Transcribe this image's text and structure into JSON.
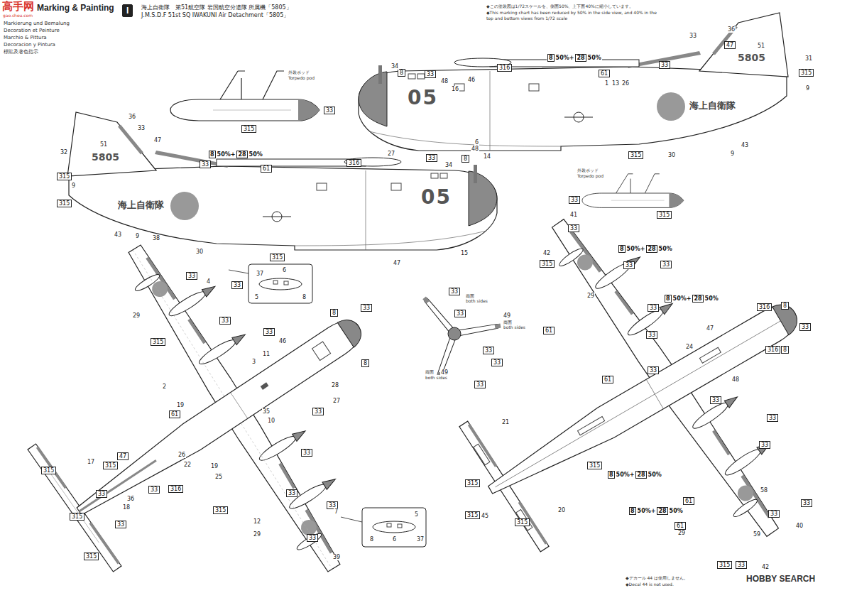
{
  "diagram": {
    "title": "Marking & Painting",
    "nodes": [
      {
        "text": [
          "I"
        ]
      },
      {
        "text": [
          "8",
          "50%+",
          "28",
          "50%"
        ]
      },
      {
        "text": [
          "33"
        ]
      },
      {
        "text": [
          "8"
        ]
      },
      {
        "text": [
          "316"
        ]
      },
      {
        "text": [
          "61"
        ]
      },
      {
        "text": [
          "33"
        ]
      },
      {
        "text": [
          "47"
        ]
      },
      {
        "text": [
          "315"
        ]
      },
      {
        "text": [
          "315"
        ]
      },
      {
        "text": [
          "8",
          "50%+",
          "28",
          "50%"
        ]
      },
      {
        "text": [
          "315"
        ]
      },
      {
        "text": [
          "315"
        ]
      },
      {
        "text": [
          "33"
        ]
      },
      {
        "text": [
          "61"
        ]
      },
      {
        "text": [
          "316"
        ]
      },
      {
        "text": [
          "33"
        ]
      },
      {
        "text": [
          "8"
        ]
      },
      {
        "text": [
          "315"
        ]
      },
      {
        "text": [
          "33"
        ]
      },
      {
        "text": [
          "315"
        ]
      },
      {
        "text": [
          "33"
        ]
      },
      {
        "text": [
          "315"
        ]
      },
      {
        "text": [
          "33"
        ]
      },
      {
        "text": [
          "33"
        ]
      },
      {
        "text": [
          "33"
        ]
      },
      {
        "text": [
          "315"
        ]
      },
      {
        "text": [
          "33"
        ]
      },
      {
        "text": [
          "8"
        ]
      },
      {
        "text": [
          "33"
        ]
      },
      {
        "text": [
          "8"
        ]
      },
      {
        "text": [
          "33"
        ]
      },
      {
        "text": [
          "61"
        ]
      },
      {
        "text": [
          "33"
        ]
      },
      {
        "text": [
          "315"
        ]
      },
      {
        "text": [
          "47"
        ]
      },
      {
        "text": [
          "316"
        ]
      },
      {
        "text": [
          "33"
        ]
      },
      {
        "text": [
          "33"
        ]
      },
      {
        "text": [
          "315"
        ]
      },
      {
        "text": [
          "33"
        ]
      },
      {
        "text": [
          "315"
        ]
      },
      {
        "text": [
          "33"
        ]
      },
      {
        "text": [
          "315"
        ]
      },
      {
        "text": [
          "33"
        ]
      },
      {
        "text": [
          "315"
        ]
      },
      {
        "text": [
          "33"
        ]
      },
      {
        "text": [
          "33"
        ]
      },
      {
        "text": [
          "33"
        ]
      },
      {
        "text": [
          "33"
        ]
      },
      {
        "text": [
          "33"
        ]
      },
      {
        "text": [
          "33"
        ]
      },
      {
        "text": [
          "33"
        ]
      },
      {
        "text": [
          "315"
        ]
      },
      {
        "text": [
          "8",
          "50%+",
          "28",
          "50%"
        ]
      },
      {
        "text": [
          "33"
        ]
      },
      {
        "text": [
          "33"
        ]
      },
      {
        "text": [
          "8",
          "50%+",
          "28",
          "50%"
        ]
      },
      {
        "text": [
          "33"
        ]
      },
      {
        "text": [
          "316"
        ]
      },
      {
        "text": [
          "8"
        ]
      },
      {
        "text": [
          "33"
        ]
      },
      {
        "text": [
          "33"
        ]
      },
      {
        "text": [
          "61"
        ]
      },
      {
        "text": [
          "316"
        ]
      },
      {
        "text": [
          "8"
        ]
      },
      {
        "text": [
          "33"
        ]
      },
      {
        "text": [
          "61"
        ]
      },
      {
        "text": [
          "33"
        ]
      },
      {
        "text": [
          "33"
        ]
      },
      {
        "text": [
          "315"
        ]
      },
      {
        "text": [
          "8",
          "50%+",
          "28",
          "50%"
        ]
      },
      {
        "text": [
          "33"
        ]
      },
      {
        "text": [
          "315"
        ]
      },
      {
        "text": [
          "315"
        ]
      },
      {
        "text": [
          "315"
        ]
      },
      {
        "text": [
          "8",
          "50%+",
          "28",
          "50%"
        ]
      },
      {
        "text": [
          "61"
        ]
      },
      {
        "text": [
          "33"
        ]
      },
      {
        "text": [
          "61"
        ]
      },
      {
        "text": [
          "33"
        ]
      },
      {
        "text": [
          "315"
        ]
      },
      {
        "text": [
          "33"
        ]
      }
    ],
    "labels": [
      "Markierung und Bemalung",
      "Decoration et Peinture",
      "Marchio & Pittura",
      "Decoracion y Pintura",
      "標貼及著色指示",
      "高手网",
      "gao.shou.com",
      "海上自衛隊　第51航空隊 岩国航空分遣隊 所属機「5805」",
      "J.M.S.D.F 51st SQ IWAKUNI Air Detachment「5805」",
      "◆この塗装図は1/72スケールを、側面50%、上下面40%に縮小しています。",
      "◆This marking chart has been reduced by 50% in the side view, and 40% in the top and bottom views from 1/72 scale",
      "05",
      "5805",
      "51",
      "海上自衛隊",
      "34",
      "48",
      "46",
      "16",
      "1",
      "13",
      "26",
      "33",
      "36",
      "31",
      "9",
      "30",
      "9",
      "43",
      "14",
      "6",
      "05",
      "5805",
      "51",
      "海上自衛隊",
      "36",
      "33",
      "47",
      "32",
      "9",
      "43",
      "9",
      "38",
      "30",
      "27",
      "34",
      "48",
      "15",
      "47",
      "外装ポッド",
      "Torpedo pod",
      "外装ポッド",
      "Torpedo pod",
      "4",
      "29",
      "2",
      "3",
      "11",
      "46",
      "28",
      "27",
      "35",
      "10",
      "19",
      "26",
      "22",
      "19",
      "25",
      "17",
      "36",
      "18",
      "7",
      "12",
      "29",
      "39",
      "37",
      "6",
      "5",
      "8",
      "5",
      "6",
      "8",
      "37",
      "両面",
      "both sides",
      "49",
      "両面",
      "both sides",
      "両面",
      "49",
      "both sides",
      "41",
      "42",
      "29",
      "47",
      "24",
      "48",
      "21",
      "20",
      "45",
      "58",
      "59",
      "29",
      "40",
      "42",
      "◆デカール 44 は使用しません。",
      "◆Decal 44 is not used.",
      "HOBBY SEARCH"
    ]
  }
}
